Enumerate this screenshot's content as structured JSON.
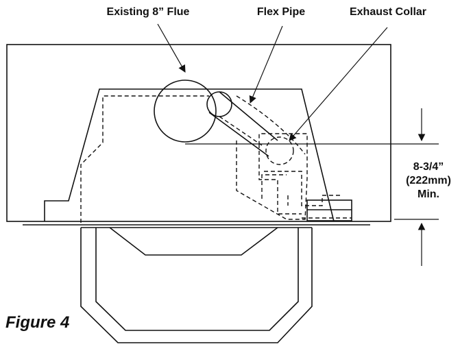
{
  "labels": {
    "existing_flue": "Existing 8” Flue",
    "flex_pipe": "Flex Pipe",
    "exhaust_collar": "Exhaust Collar",
    "dimension_line1": "8-3/4”",
    "dimension_line2": "(222mm)",
    "dimension_line3": "Min.",
    "figure_caption": "Figure 4"
  }
}
